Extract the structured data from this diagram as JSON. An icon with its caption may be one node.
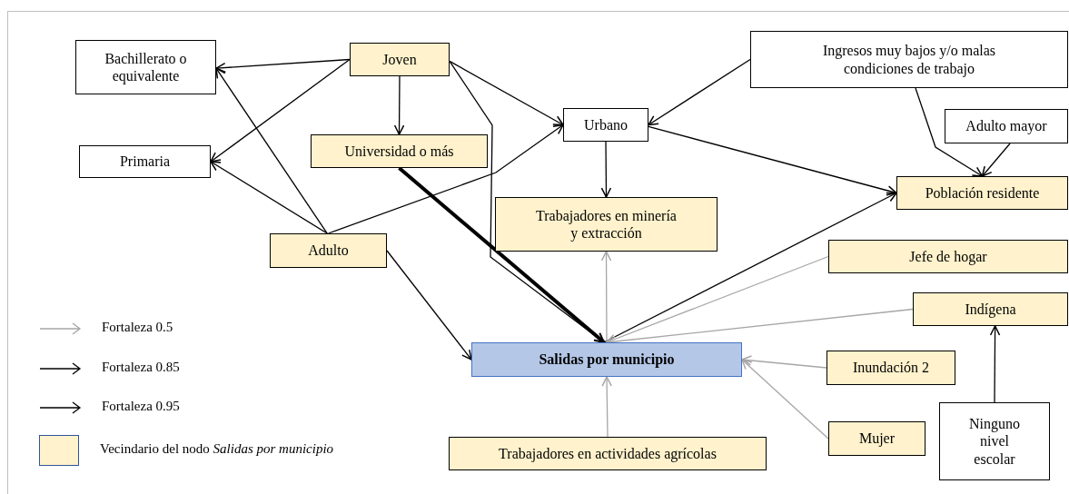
{
  "diagram": {
    "nodes": [
      {
        "text": [
          "Bachillerato o equivalente"
        ]
      },
      {
        "text": [
          "Joven"
        ]
      },
      {
        "text": [
          "Primaria"
        ]
      },
      {
        "text": [
          "Universidad o más"
        ]
      },
      {
        "text": [
          "Urbano"
        ]
      },
      {
        "text": [
          "Ingresos muy bajos y/o malas condiciones de trabajo"
        ]
      },
      {
        "text": [
          "Adulto mayor"
        ]
      },
      {
        "text": [
          "Población residente"
        ]
      },
      {
        "text": [
          "Trabajadores en minería y extracción"
        ]
      },
      {
        "text": [
          "Adulto"
        ]
      },
      {
        "text": [
          "Jefe de hogar"
        ]
      },
      {
        "text": [
          "Indígena"
        ]
      },
      {
        "text": [
          "Salidas por municipio"
        ]
      },
      {
        "text": [
          "Inundación 2"
        ]
      },
      {
        "text": [
          "Trabajadores en actividades agrícolas"
        ]
      },
      {
        "text": [
          "Mujer"
        ]
      },
      {
        "text": [
          "Ninguno nivel escolar"
        ]
      }
    ],
    "edges": [
      {
        "from": 1,
        "to": 0,
        "arrow": "to"
      },
      {
        "from": 1,
        "to": 2,
        "arrow": "to"
      },
      {
        "from": 1,
        "to": 3,
        "arrow": "to"
      },
      {
        "from": 1,
        "to": 4,
        "arrow": "to"
      },
      {
        "from": 1,
        "to": 12,
        "arrow": "to"
      },
      {
        "from": 9,
        "to": 0,
        "arrow": "to"
      },
      {
        "from": 9,
        "to": 2,
        "arrow": "to"
      },
      {
        "from": 9,
        "to": 4,
        "arrow": "to"
      },
      {
        "from": 9,
        "to": 12,
        "arrow": "to"
      },
      {
        "from": 3,
        "to": 12,
        "arrow": "to",
        "style": "thick"
      },
      {
        "from": 5,
        "to": 4,
        "arrow": "to"
      },
      {
        "from": 4,
        "to": 8,
        "arrow": "to"
      },
      {
        "from": 4,
        "to": 7,
        "arrow": "to"
      },
      {
        "from": 5,
        "to": 7,
        "arrow": "to"
      },
      {
        "from": 6,
        "to": 7,
        "arrow": "to"
      },
      {
        "from": 12,
        "to": 7,
        "arrow": "to"
      },
      {
        "from": 12,
        "to": 8,
        "arrow": "to",
        "color": "#a6a6a6"
      },
      {
        "from": 10,
        "to": 12,
        "arrow": "to",
        "color": "#a6a6a6"
      },
      {
        "from": 11,
        "to": 12,
        "arrow": "to",
        "color": "#a6a6a6"
      },
      {
        "from": 13,
        "to": 12,
        "arrow": "to",
        "color": "#a6a6a6"
      },
      {
        "from": 15,
        "to": 12,
        "arrow": "to",
        "color": "#a6a6a6"
      },
      {
        "from": 14,
        "to": 12,
        "arrow": "to",
        "color": "#a6a6a6"
      },
      {
        "from": 16,
        "to": 11,
        "arrow": "to"
      }
    ],
    "legend": [
      {
        "text": "Fortaleza 0.5"
      },
      {
        "text": "Fortaleza 0.85"
      },
      {
        "text": "Fortaleza 0.95"
      },
      {
        "text": "Vecindario del nodo *Salidas por municipio*",
        "color": "#fff2cc"
      }
    ]
  }
}
